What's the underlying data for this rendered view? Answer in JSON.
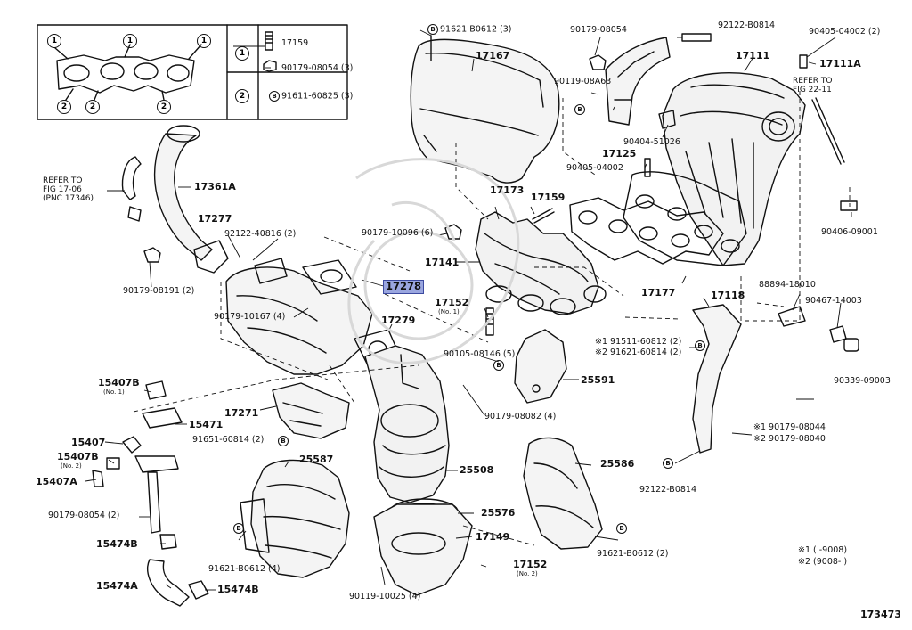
{
  "inset": {
    "callout_1": "1",
    "callout_2": "2",
    "row1": {
      "num": "1",
      "parts": [
        "17159",
        "90179-08054 (3)"
      ]
    },
    "row2": {
      "num": "2",
      "part": "91611-60825 (3)",
      "mark": "B"
    }
  },
  "parts": {
    "p91621_b0612_3": "91621-B0612 (3)",
    "p17167": "17167",
    "p90179_08054": "90179-08054",
    "p92122_b0814_top": "92122-B0814",
    "p90405_04002_2": "90405-04002 (2)",
    "p17111": "17111",
    "p17111a": "17111A",
    "p90119_08a63": "90119-08A63",
    "p17125": "17125",
    "p90404_51026": "90404-51026",
    "p90405_04002": "90405-04002",
    "p17173": "17173",
    "p17159": "17159",
    "p90179_10096": "90179-10096 (6)",
    "p17141": "17141",
    "p17177": "17177",
    "p90406_09001": "90406-09001",
    "p17361a": "17361A",
    "p17277": "17277",
    "p92122_40816": "92122-40816 (2)",
    "p90179_08191": "90179-08191 (2)",
    "p17278": "17278",
    "p17152_no1": "17152",
    "p17152_no1_sub": "(No. 1)",
    "p17118": "17118",
    "p88894_18010": "88894-18010",
    "p90467_14003": "90467-14003",
    "p90179_10167": "90179-10167 (4)",
    "p17279": "17279",
    "p91511_60812": "91511-60812 (2)",
    "p91621_60814": "91621-60814 (2)",
    "p90105_08146": "90105-08146 (5)",
    "p90339_09003": "90339-09003",
    "p15407b": "15407B",
    "p15407b_no1": "(No. 1)",
    "p25591": "25591",
    "p90179_08082": "90179-08082 (4)",
    "p17271": "17271",
    "p15471": "15471",
    "p91651_60814": "91651-60814 (2)",
    "p90179_08044": "90179-08044",
    "p90179_08040": "90179-08040",
    "p15407": "15407",
    "p15407b_2": "15407B",
    "p15407b_no2": "(No. 2)",
    "p25587": "25587",
    "p25586": "25586",
    "p25508": "25508",
    "p92122_b0814_bot": "92122-B0814",
    "p15407a": "15407A",
    "p25576": "25576",
    "p90179_08054_2": "90179-08054 (2)",
    "p17149": "17149",
    "p15474b_1": "15474B",
    "p91621_b0612_4": "91621-B0612 (4)",
    "p91621_b0612_2": "91621-B0612 (2)",
    "p17152_no2": "17152",
    "p17152_no2_sub": "(No. 2)",
    "p15474a": "15474A",
    "p15474b_2": "15474B",
    "p90119_10025": "90119-10025 (4)"
  },
  "marks": {
    "b": "B",
    "star1": "※1",
    "star2": "※2"
  },
  "refs": {
    "ref_17_06_l1": "REFER TO",
    "ref_17_06_l2": "FIG 17-06",
    "ref_17_06_l3": "(PNC 17346)",
    "ref_22_11_l1": "REFER TO",
    "ref_22_11_l2": "FIG 22-11"
  },
  "legend": {
    "row1": "※1 (      -9008)",
    "row2": "※2 (9008-       )"
  },
  "diagram_number": "173473"
}
